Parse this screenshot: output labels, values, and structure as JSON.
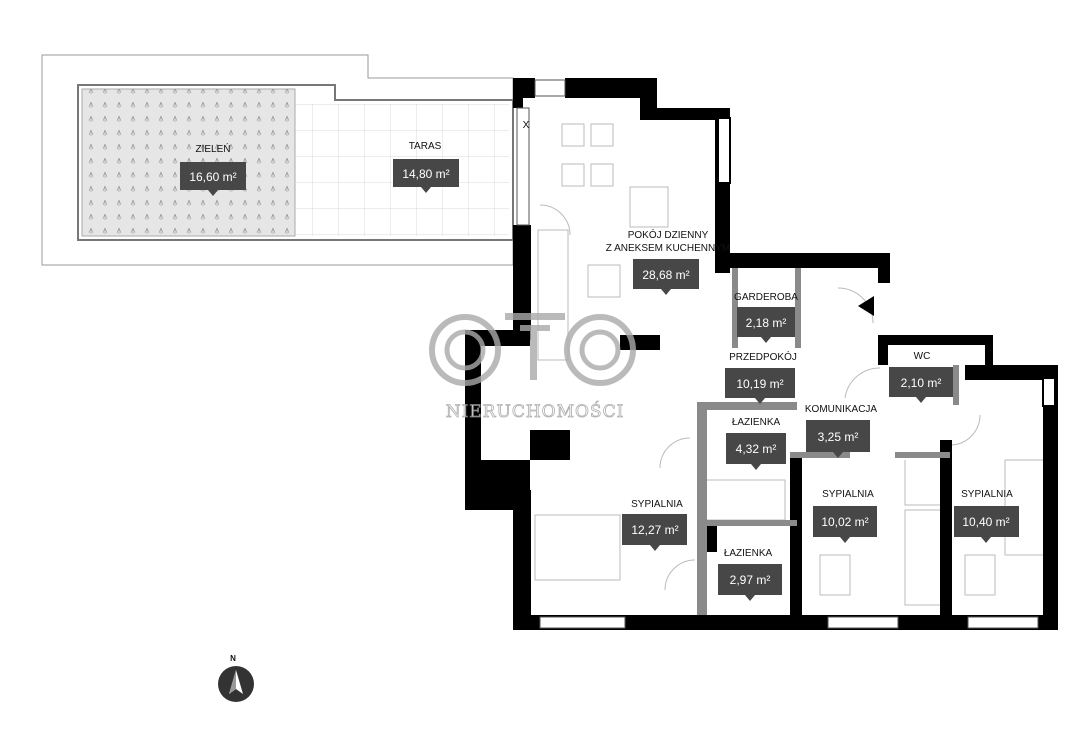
{
  "rooms": [
    {
      "name": "ZIELEŃ",
      "area": "16,60 m²"
    },
    {
      "name": "TARAS",
      "area": "14,80 m²"
    },
    {
      "name": "POKÓJ DZIENNY",
      "name2": "Z ANEKSEM KUCHENNYM",
      "area": "28,68 m²"
    },
    {
      "name": "GARDEROBA",
      "area": "2,18 m²"
    },
    {
      "name": "PRZEDPOKÓJ",
      "area": "10,19 m²"
    },
    {
      "name": "WC",
      "area": "2,10 m²"
    },
    {
      "name": "ŁAZIENKA",
      "area": "4,32 m²"
    },
    {
      "name": "KOMUNIKACJA",
      "area": "3,25 m²"
    },
    {
      "name": "SYPIALNIA",
      "area": "12,27 m²"
    },
    {
      "name": "SYPIALNIA",
      "area": "10,02 m²"
    },
    {
      "name": "SYPIALNIA",
      "area": "10,40 m²"
    },
    {
      "name": "ŁAZIENKA",
      "area": "2,97 m²"
    }
  ],
  "markers": {
    "window_x": "X",
    "north": "N"
  },
  "watermark": {
    "text": "NIERUCHOMOŚCI"
  }
}
